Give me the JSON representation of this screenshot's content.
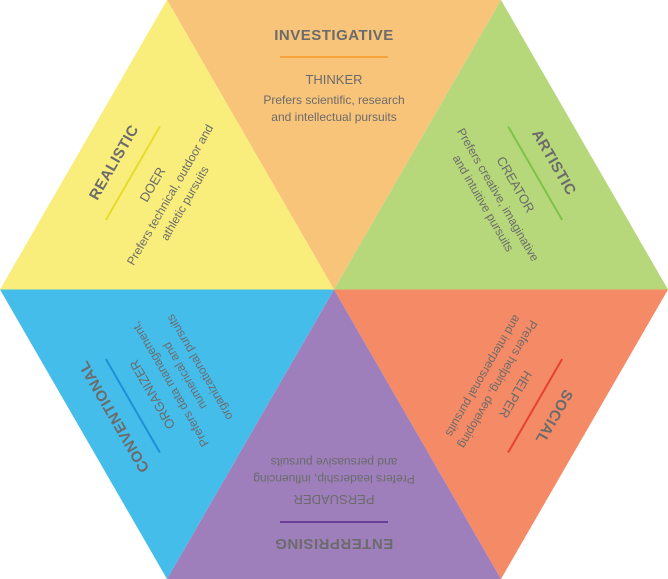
{
  "segments": [
    {
      "key": "investigative",
      "title": "INVESTIGATIVE",
      "role": "THINKER",
      "desc1": "Prefers scientific, research",
      "desc2": "and intellectual pursuits",
      "fill": "#F8C47A",
      "accent": "#F7A23B"
    },
    {
      "key": "artistic",
      "title": "ARTISTIC",
      "role": "CREATOR",
      "desc1": "Prefers creative, imaginative",
      "desc2": "and intuitive pursuits",
      "fill": "#B6D87A",
      "accent": "#7DC24A"
    },
    {
      "key": "social",
      "title": "SOCIAL",
      "role": "HELPER",
      "desc1": "Prefers helping, developing",
      "desc2": "and interpersonal pursuits",
      "fill": "#F58A66",
      "accent": "#E8412E"
    },
    {
      "key": "enterprising",
      "title": "ENTERPRISING",
      "role": "PERSUADER",
      "desc1": "Prefers leadership, influencing",
      "desc2": "and persuasive pursuits",
      "fill": "#9E7FBB",
      "accent": "#6A3E94"
    },
    {
      "key": "conventional",
      "title": "CONVENTIONAL",
      "role": "ORGANIZER",
      "desc1": "Prefers data management,",
      "desc2": "numerical and",
      "desc3": "organizational pursuits",
      "fill": "#45BDEB",
      "accent": "#1F8FD6"
    },
    {
      "key": "realistic",
      "title": "REALISTIC",
      "role": "DOER",
      "desc1": "Prefers technical, outdoor and",
      "desc2": "athletic pursuits",
      "fill": "#F9EE7B",
      "accent": "#E5DC2C"
    }
  ]
}
